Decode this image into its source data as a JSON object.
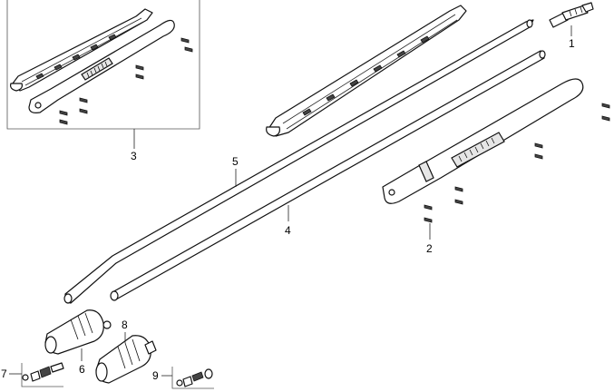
{
  "callouts": {
    "c1": "1",
    "c2": "2",
    "c3": "3",
    "c4": "4",
    "c5": "5",
    "c6": "6",
    "c7": "7",
    "c8": "8",
    "c9": "9"
  },
  "colors": {
    "line": "#111111",
    "background": "#ffffff",
    "fill_shade": "#e6e6e6"
  }
}
